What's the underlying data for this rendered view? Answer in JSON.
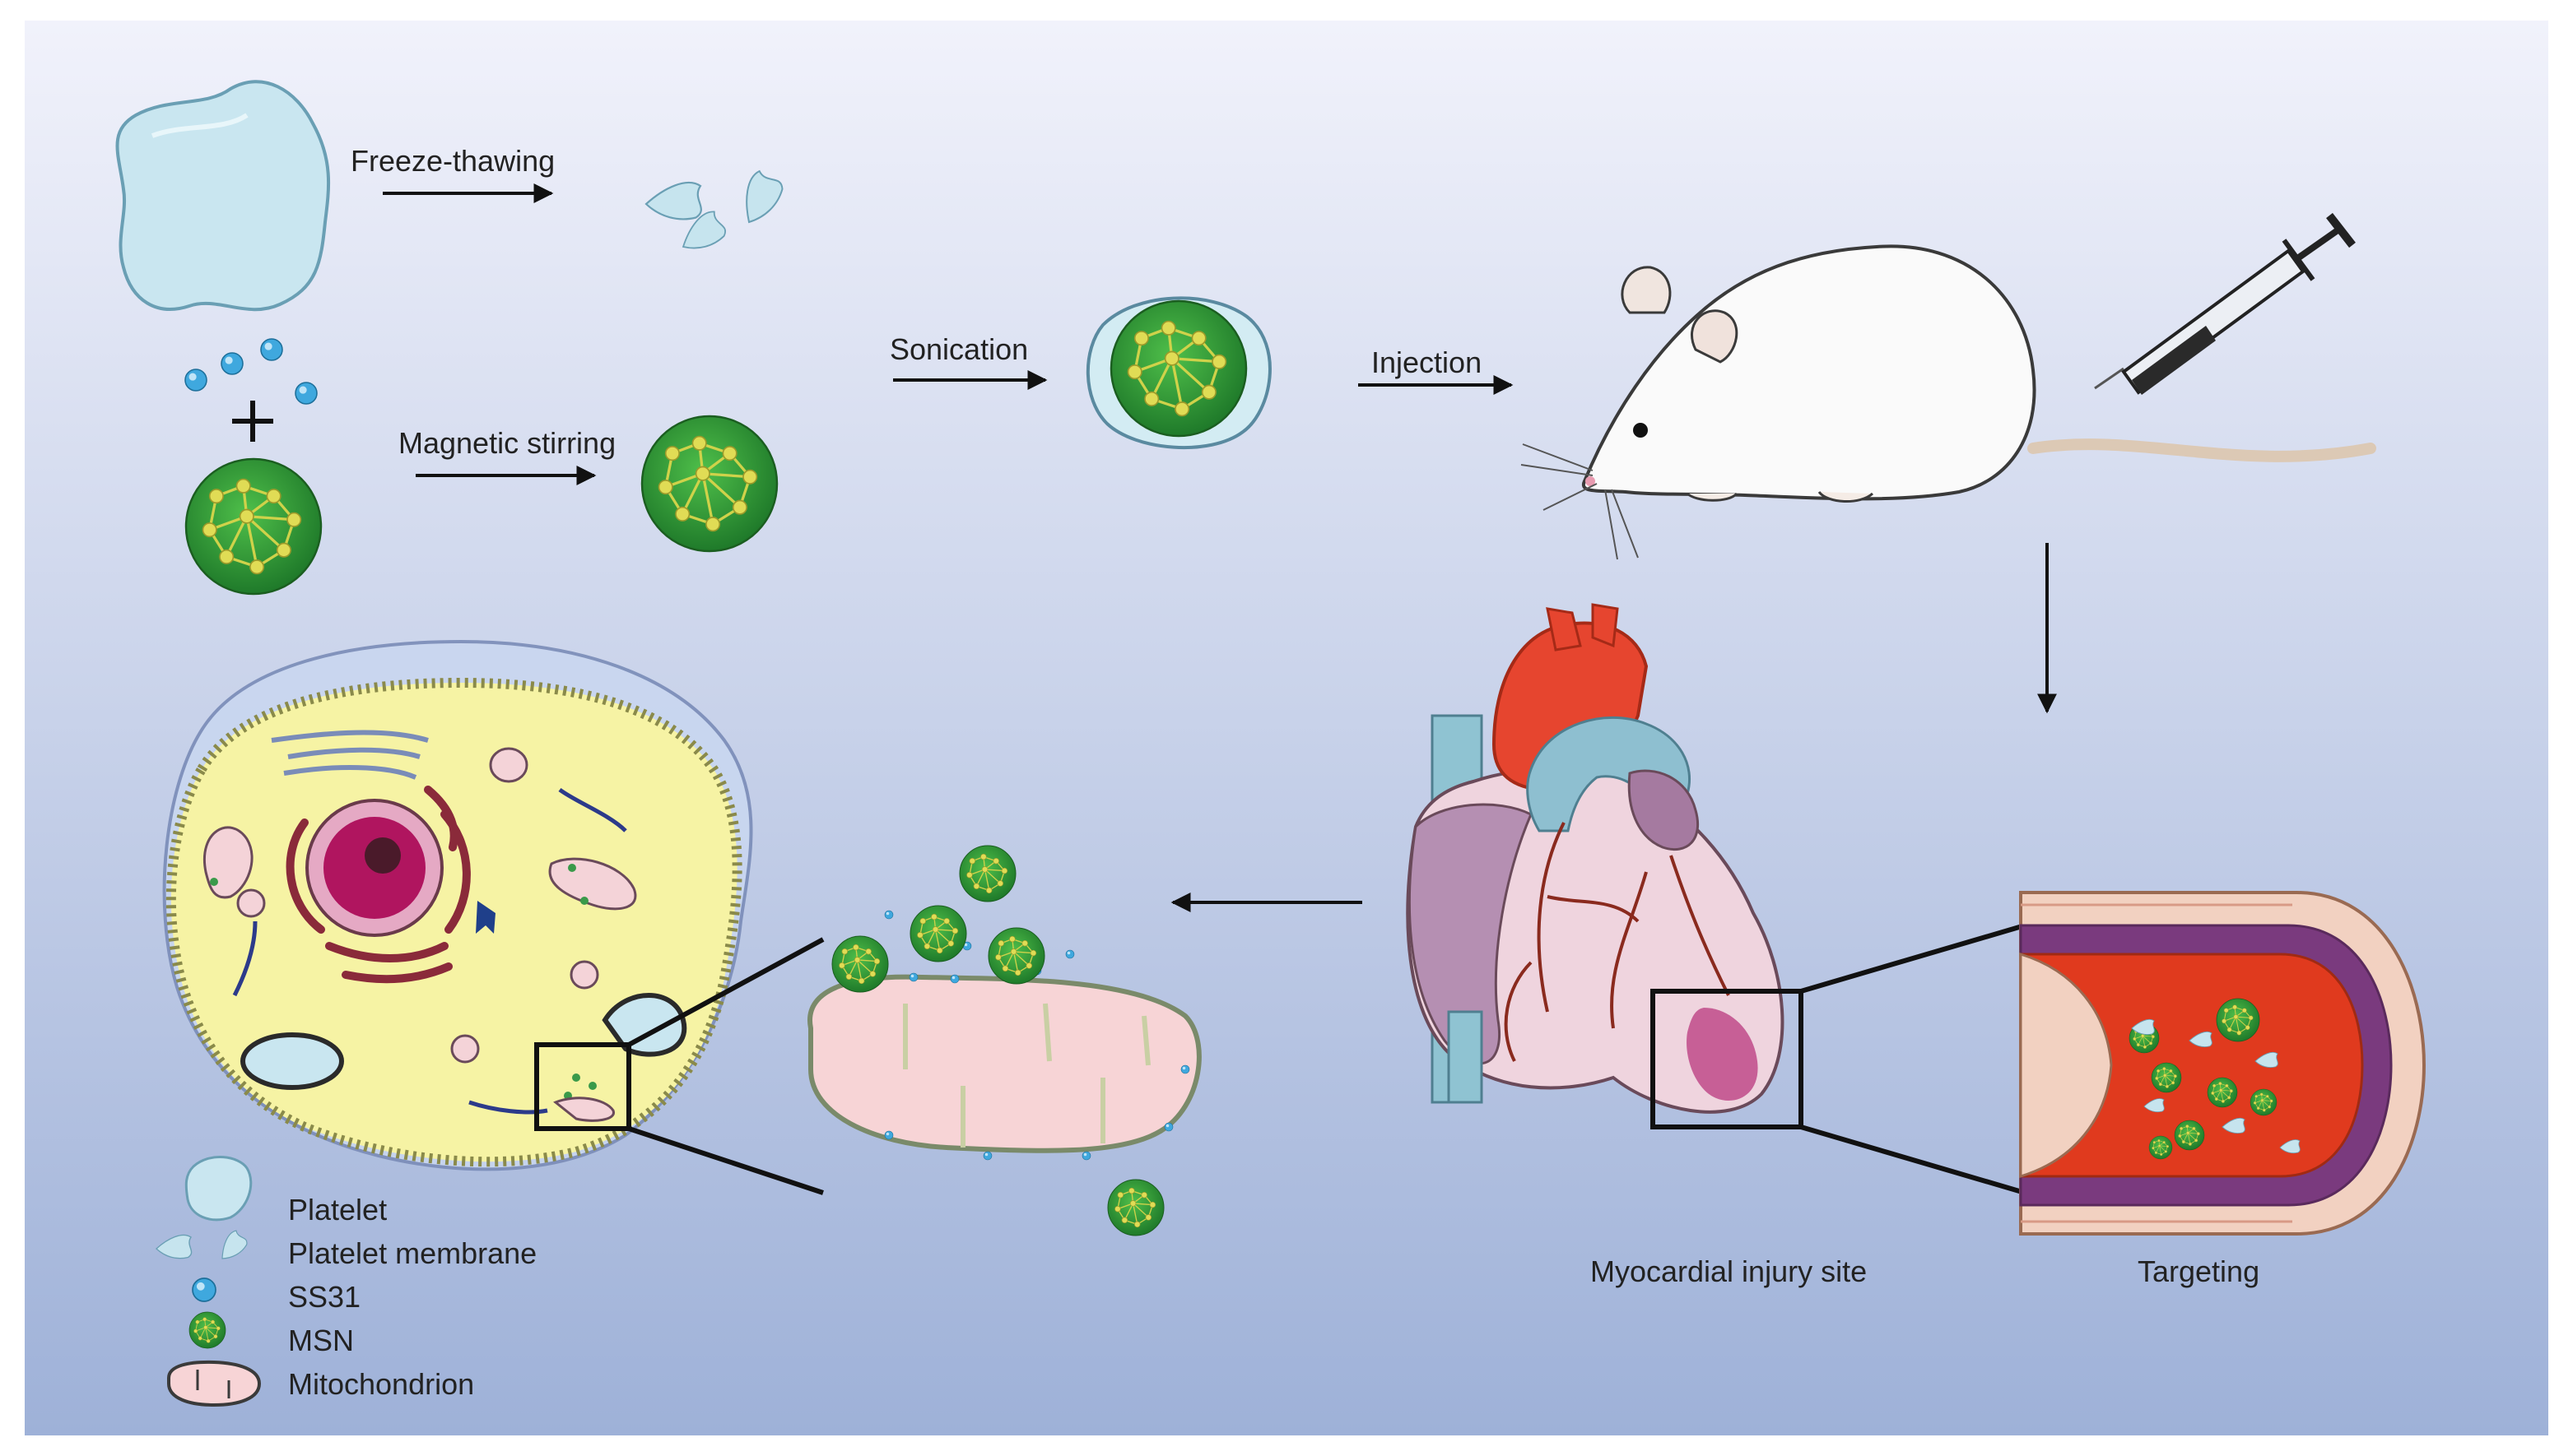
{
  "steps": {
    "freeze_thawing": "Freeze-thawing",
    "magnetic_stirring": "Magnetic stirring",
    "sonication": "Sonication",
    "injection": "Injection"
  },
  "regions": {
    "myocardial_injury_site": "Myocardial injury site",
    "targeting": "Targeting"
  },
  "legend": {
    "items": [
      "Platelet",
      "Platelet membrane",
      "SS31",
      "MSN",
      "Mitochondrion"
    ]
  },
  "colors": {
    "background_top": "#eef0fa",
    "background_bottom": "#9fb2d9",
    "platelet": "#c6e4ee",
    "ss31": "#3fa8de",
    "msn_green": "#2e9a3a",
    "msn_node": "#d8d44a",
    "mito_fill": "#f7d4d6",
    "cell_cytoplasm": "#f6f3a4",
    "nucleus": "#b0155f",
    "vessel_blood": "#e03a1e",
    "heart_aorta": "#e64a33",
    "mouse_body": "#fafafa"
  }
}
